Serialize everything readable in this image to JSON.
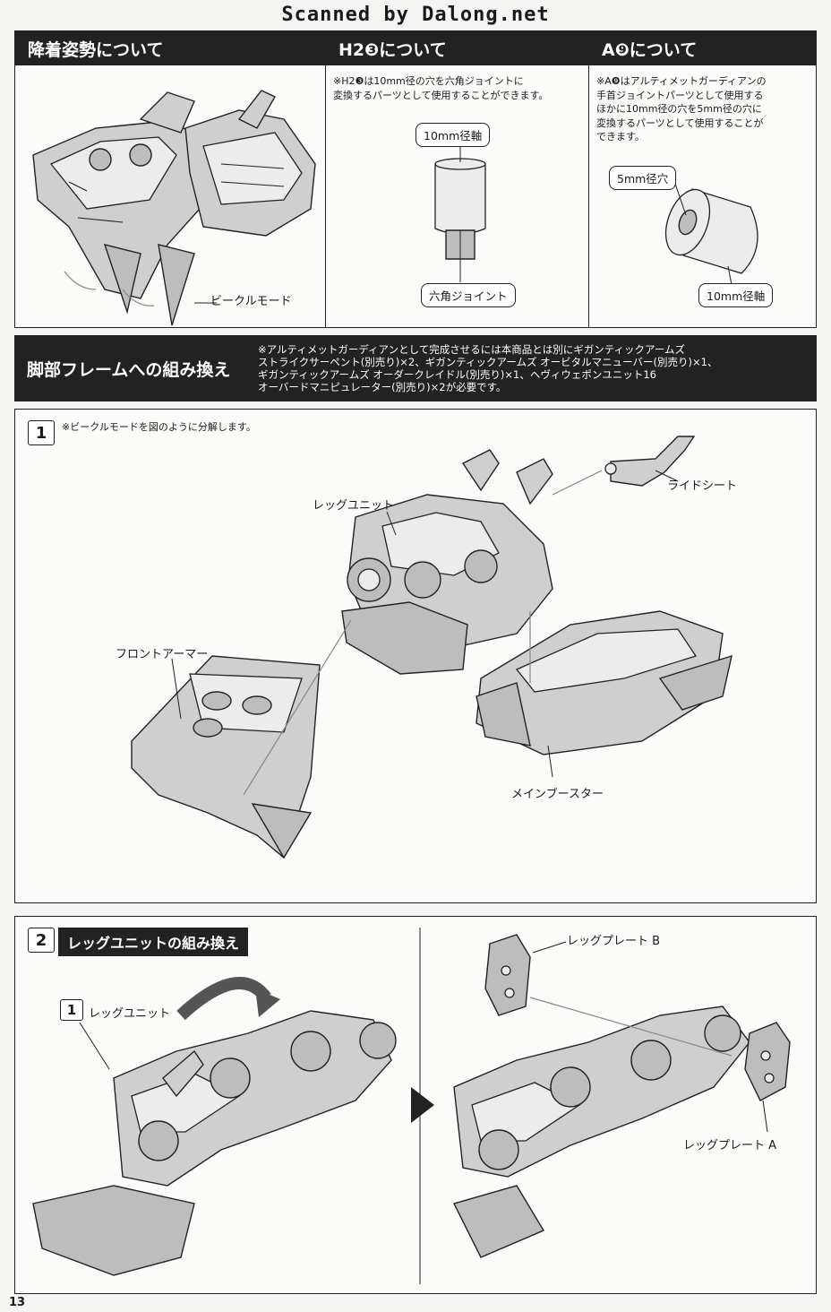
{
  "scan_credit": "Scanned by Dalong.net",
  "landing": {
    "title": "降着姿勢について",
    "label_vehicle_mode": "ビークルモード"
  },
  "h2": {
    "title": "H2❸について",
    "note": "※H2❸は10mm径の穴を六角ジョイントに\n変換するパーツとして使用することができます。",
    "label_shaft": "10mm径軸",
    "label_hex": "六角ジョイント"
  },
  "a9": {
    "title": "A❾について",
    "note": "※A❾はアルティメットガーディアンの\n手首ジョイントパーツとして使用する\nほかに10mm径の穴を5mm径の穴に\n変換するパーツとして使用することが\nできます。",
    "label_hole": "5mm径穴",
    "label_shaft": "10mm径軸"
  },
  "leg_frame": {
    "title": "脚部フレームへの組み換え",
    "note": "※アルティメットガーディアンとして完成させるには本商品とは別にギガンティックアームズ\nストライクサーペント(別売り)×2、ギガンティックアームズ オービタルマニューバー(別売り)×1、\nギガンティックアームズ オーダークレイドル(別売り)×1、ヘヴィウェポンユニット16\nオーバードマニピュレーター(別売り)×2が必要です。"
  },
  "step1": {
    "number": "1",
    "note": "※ビークルモードを図のように分解します。",
    "label_leg_unit": "レッグユニット",
    "label_ride_seat": "ライドシート",
    "label_front_armor": "フロントアーマー",
    "label_main_booster": "メインブースター"
  },
  "step2": {
    "number": "2",
    "title": "レッグユニットの組み換え",
    "ref_number": "1",
    "label_leg_unit": "レッグユニット",
    "label_plate_b": "レッグプレート B",
    "label_plate_a": "レッグプレート A"
  },
  "page_number": "13"
}
